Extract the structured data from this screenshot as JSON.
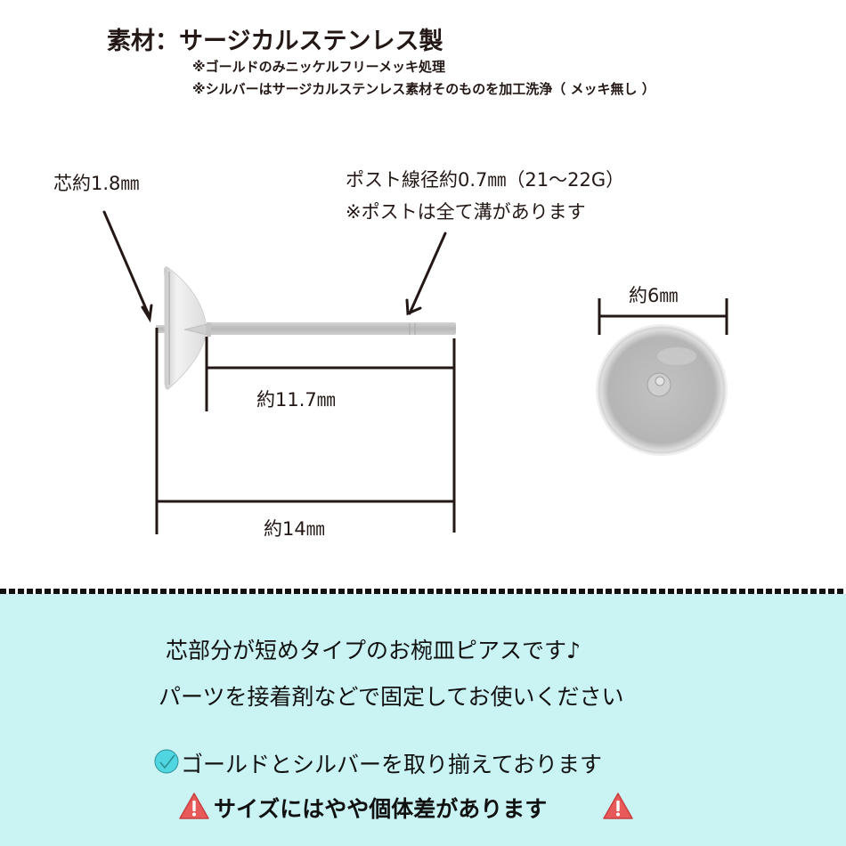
{
  "header": {
    "title": "素材：サージカルステンレス製",
    "notes": [
      "※ゴールドのみニッケルフリーメッキ処理",
      "※シルバーはサージカルステンレス素材そのものを加工洗浄（ メッキ無し ）"
    ]
  },
  "diagram": {
    "core_label": "芯約1.8㎜",
    "post_label_line1": "ポスト線径約0.7㎜（21〜22G）",
    "post_label_line2": "※ポストは全て溝があります",
    "post_length_label": "約11.7㎜",
    "total_length_label": "約14㎜",
    "cup_diameter_label": "約6㎜"
  },
  "info": {
    "line1": "芯部分が短めタイプのお椀皿ピアスです♪",
    "line2": "パーツを接着剤などで固定してお使いください",
    "check_line": "ゴールドとシルバーを取り揃えております",
    "warning_line": "サイズにはやや個体差があります",
    "check_icon": "check-circle-icon",
    "warning_icon": "warning-triangle-icon"
  },
  "colors": {
    "bottom_bg": "#caf3f4",
    "text": "#231815",
    "check_fill": "#4fd6e0",
    "warning_fill": "#e85a5a"
  }
}
